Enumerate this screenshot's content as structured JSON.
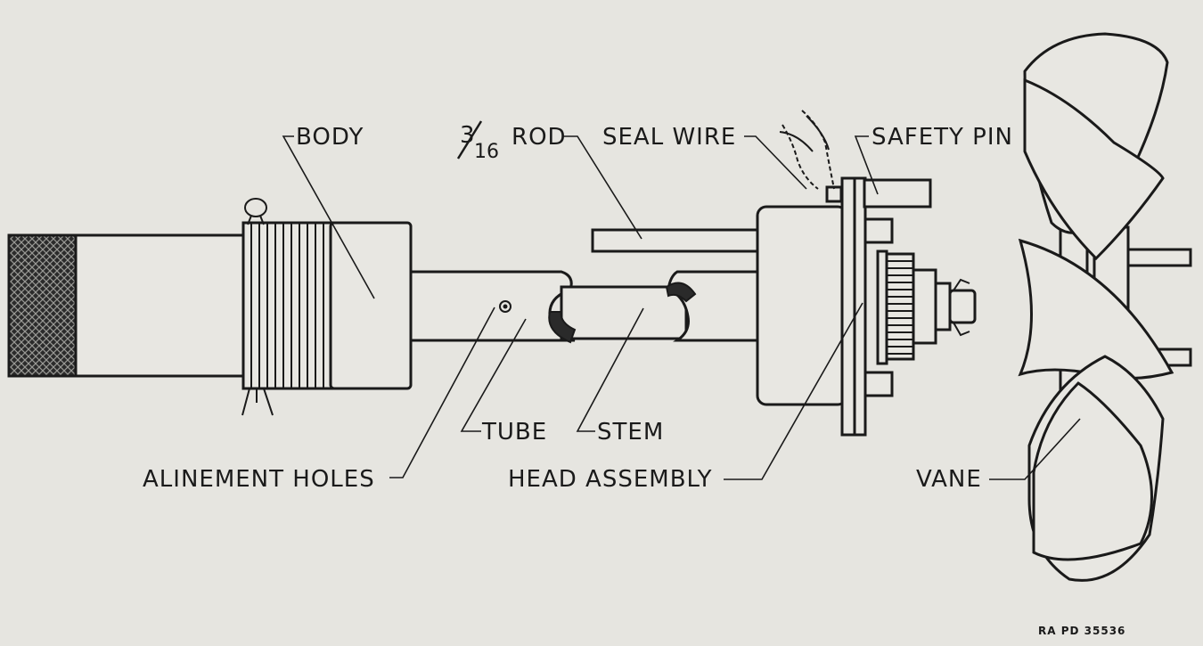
{
  "labels": {
    "body": "BODY",
    "rod_fraction_num": "3",
    "rod_fraction_den": "16",
    "rod": "ROD",
    "seal_wire": "SEAL WIRE",
    "safety_pin": "SAFETY PIN",
    "tube": "TUBE",
    "stem": "STEM",
    "alinement_holes": "ALINEMENT HOLES",
    "head_assembly": "HEAD ASSEMBLY",
    "vane": "VANE"
  },
  "caption": "RA PD 35536",
  "colors": {
    "paper": "#e6e5e0",
    "ink": "#1a1a1a"
  }
}
